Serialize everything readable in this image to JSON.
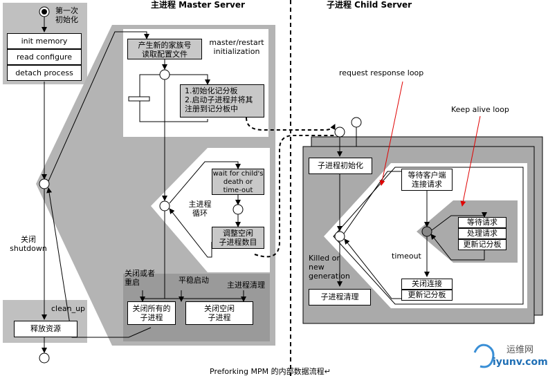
{
  "master_header": "主进程 Master Server",
  "child_header": "子进程 Child Server",
  "first_init": "第一次\n初始化",
  "init_steps": [
    "init memory",
    "read configure",
    "detach process"
  ],
  "gen_box": "产生新的家族号\n读取配置文件",
  "master_restart": "master/restart\ninitialization",
  "scoreboard_box": "1.初始化记分板\n2.启动子进程并将其\n注册到记分板中",
  "wait_box": "wait for child's\ndeath or\ntime-out",
  "master_loop": "主进程\n循环",
  "adjust_box": "调整空闲\n子进程数目",
  "shutdown": "关闭\nshutdown",
  "close_or_restart": "关闭或者\n重启",
  "graceful": "平稳启动",
  "master_cleanup": "主进程清理",
  "close_all": "关闭所有的\n子进程",
  "close_idle": "关闭空闲\n子进程",
  "clean_up": "clean_up",
  "release": "释放资源",
  "request_loop": "request response loop",
  "keepalive_loop": "Keep alive loop",
  "child_init": "子进程初始化",
  "wait_client": "等待客户端\n连接请求",
  "keepalive_items": [
    "等待请求",
    "处理请求",
    "更新记分板"
  ],
  "timeout": "timeout",
  "close_items": [
    "关闭连接",
    "更新记分板"
  ],
  "killed": "Killed or\nnew\ngeneration",
  "child_cleanup": "子进程清理",
  "caption": "Preforking MPM 的内部数据流程↵",
  "watermark_cn": "运维网",
  "watermark_url": "iyunv.com"
}
